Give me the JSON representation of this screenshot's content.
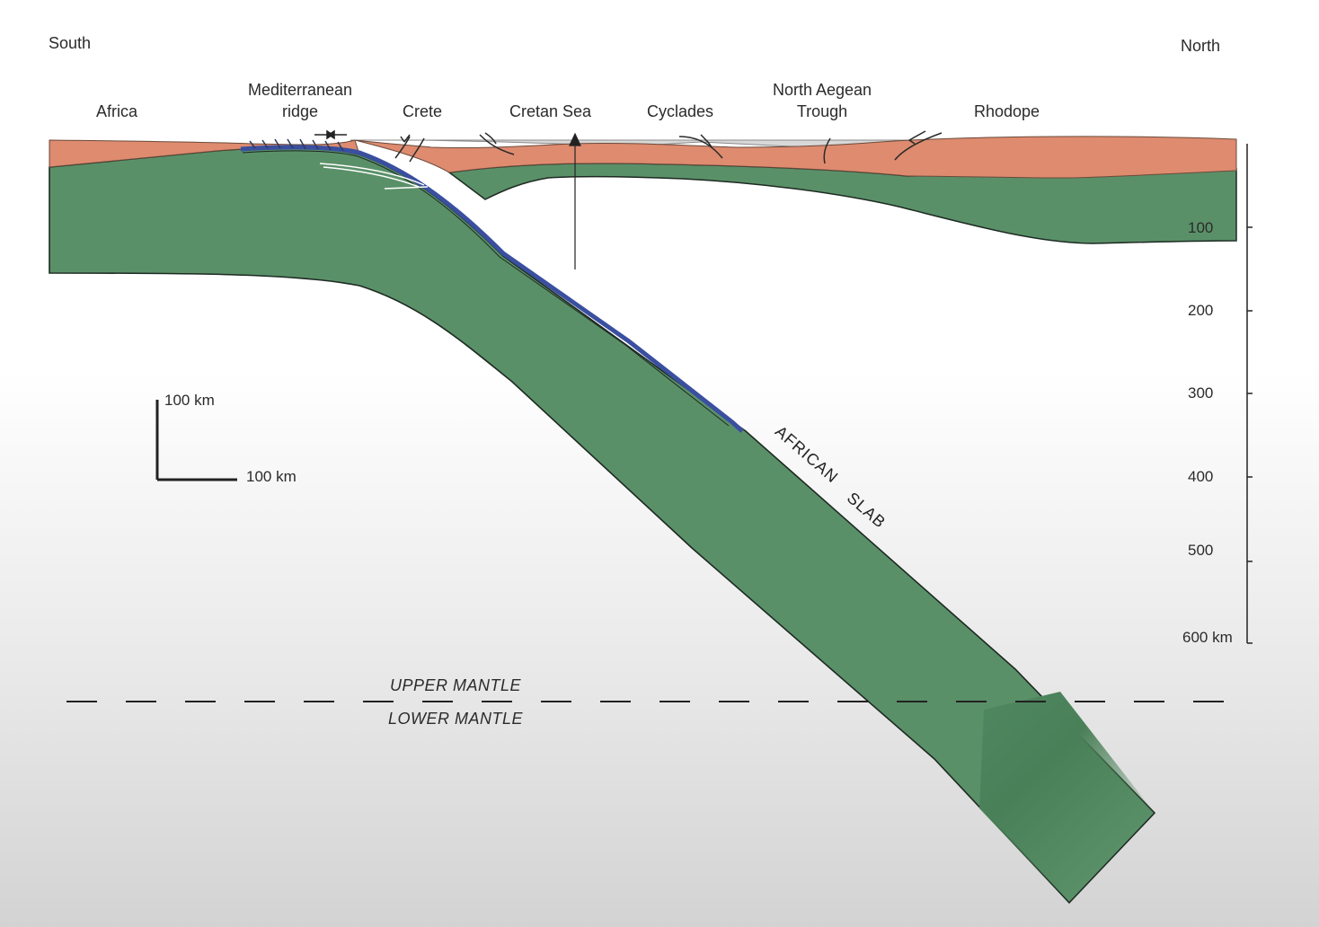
{
  "orientation": {
    "left": "South",
    "right": "North"
  },
  "places": {
    "africa": "Africa",
    "med_ridge_line1": "Mediterranean",
    "med_ridge_line2": "ridge",
    "crete": "Crete",
    "cretan_sea": "Cretan Sea",
    "cyclades": "Cyclades",
    "nat_line1": "North Aegean",
    "nat_line2": "Trough",
    "rhodope": "Rhodope"
  },
  "scale_bar": {
    "vertical": "100 km",
    "horizontal": "100 km"
  },
  "depth_axis": [
    "100",
    "200",
    "300",
    "400",
    "500",
    "600 km"
  ],
  "slab": {
    "word1": "AFRICAN",
    "word2": "SLAB"
  },
  "mantle": {
    "upper": "UPPER MANTLE",
    "lower": "LOWER MANTLE"
  },
  "colors": {
    "crust": "#de8b6f",
    "lithosphere": "#5a9068",
    "slab_interface": "#3a4fa0",
    "outline": "#1d2a22",
    "background_top": "#ffffff",
    "background_bottom": "#d3d3d3"
  }
}
